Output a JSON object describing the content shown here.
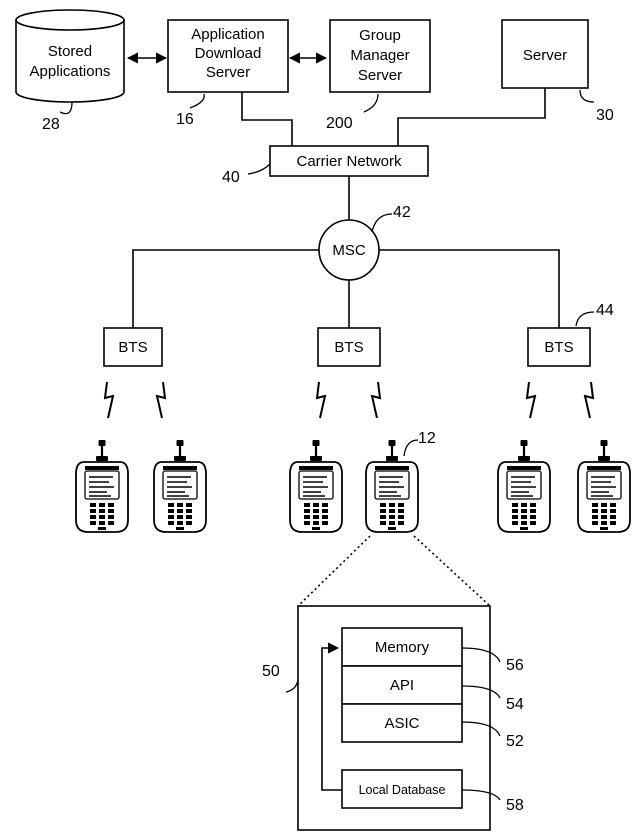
{
  "nodes": {
    "stored_applications": {
      "line1": "Stored",
      "line2": "Applications",
      "ref": "28"
    },
    "app_download_server": {
      "line1": "Application",
      "line2": "Download",
      "line3": "Server",
      "ref": "16"
    },
    "group_manager_server": {
      "line1": "Group",
      "line2": "Manager",
      "line3": "Server",
      "ref": "200"
    },
    "server": {
      "label": "Server",
      "ref": "30"
    },
    "carrier_network": {
      "label": "Carrier Network",
      "ref": "40"
    },
    "msc": {
      "label": "MSC",
      "ref": "42"
    },
    "bts_left": {
      "label": "BTS"
    },
    "bts_center": {
      "label": "BTS"
    },
    "bts_right": {
      "label": "BTS",
      "ref": "44"
    },
    "handset_ref": "12",
    "detail_ref": "50",
    "memory": {
      "label": "Memory",
      "ref": "56"
    },
    "api": {
      "label": "API",
      "ref": "54"
    },
    "asic": {
      "label": "ASIC",
      "ref": "52"
    },
    "local_database": {
      "label": "Local Database",
      "ref": "58"
    }
  },
  "colors": {
    "ink": "#000000",
    "paper": "#ffffff"
  },
  "icons": [
    "database-cylinder-icon",
    "mobile-phone-icon",
    "lightning-bolt-icon",
    "arrow-head-icon"
  ]
}
